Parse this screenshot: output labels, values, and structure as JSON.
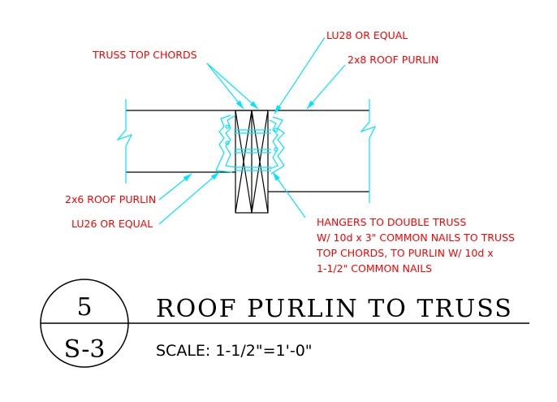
{
  "labels": {
    "truss_top_chords": "TRUSS TOP CHORDS",
    "lu28": "LU28 OR EQUAL",
    "roof_purlin_2x8": "2x8 ROOF PURLIN",
    "roof_purlin_2x6": "2x6 ROOF PURLIN",
    "lu26": "LU26 OR EQUAL",
    "hangers_note": [
      "HANGERS TO DOUBLE TRUSS",
      "W/ 10d x 3\" COMMON NAILS TO TRUSS",
      "TOP CHORDS, TO PURLIN W/ 10d x",
      "1-1/2\" COMMON NAILS"
    ]
  },
  "title_block": {
    "detail_number": "5",
    "sheet": "S-3",
    "title": "ROOF PURLIN TO TRUSS",
    "scale": "SCALE: 1-1/2\"=1'-0\""
  },
  "colors": {
    "leader": "#00e5ff",
    "note": "#ff0000",
    "linework": "#000000"
  }
}
